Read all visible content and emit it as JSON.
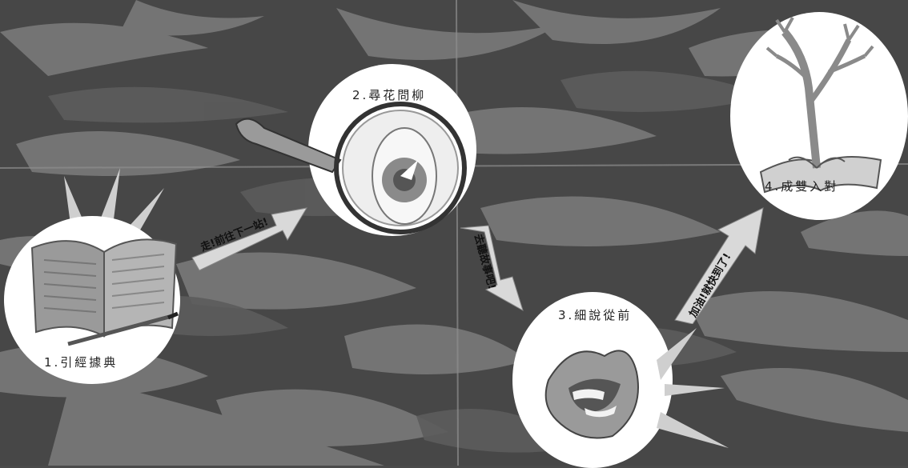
{
  "steps": [
    {
      "label": "1.引經據典",
      "icon": "open-book-with-pen"
    },
    {
      "label": "2.尋花問柳",
      "icon": "magnifying-glass"
    },
    {
      "label": "3.細說從前",
      "icon": "lips-speaking"
    },
    {
      "label": "4.成雙入對",
      "icon": "tree-growing-from-book"
    }
  ],
  "arrows": [
    {
      "text": "走!前往下一站!"
    },
    {
      "text": "去聽故事吧!"
    },
    {
      "text": "加油!就快到了!"
    }
  ],
  "colors": {
    "background": "#4a4a4a",
    "leaf_light": "#8a8a8a",
    "leaf_mid": "#6a6a6a",
    "circle": "#ffffff",
    "arrow_fill": "#d9d9d9"
  }
}
